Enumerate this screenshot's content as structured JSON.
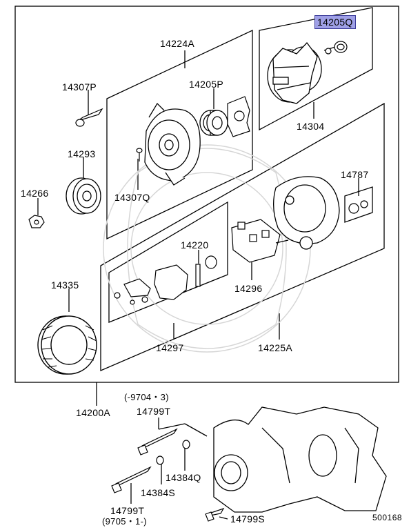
{
  "parts": {
    "p14205Q": "14205Q",
    "p14224A": "14224A",
    "p14307P": "14307P",
    "p14205P": "14205P",
    "p14304": "14304",
    "p14293": "14293",
    "p14266": "14266",
    "p14307Q": "14307Q",
    "p14787": "14787",
    "p14220": "14220",
    "p14335": "14335",
    "p14296": "14296",
    "p14297": "14297",
    "p14225A": "14225A",
    "p14200A": "14200A",
    "p14799T_top": "14799T",
    "p14384Q": "14384Q",
    "p14384S": "14384S",
    "p14799T_bottom": "14799T",
    "p14799S": "14799S"
  },
  "notes": {
    "range_top": "(-9704・3)",
    "range_bottom": "(9705・1-)"
  },
  "diagram_ref": "500168",
  "colors": {
    "highlight": "#9fa0e6",
    "line": "#000000"
  }
}
